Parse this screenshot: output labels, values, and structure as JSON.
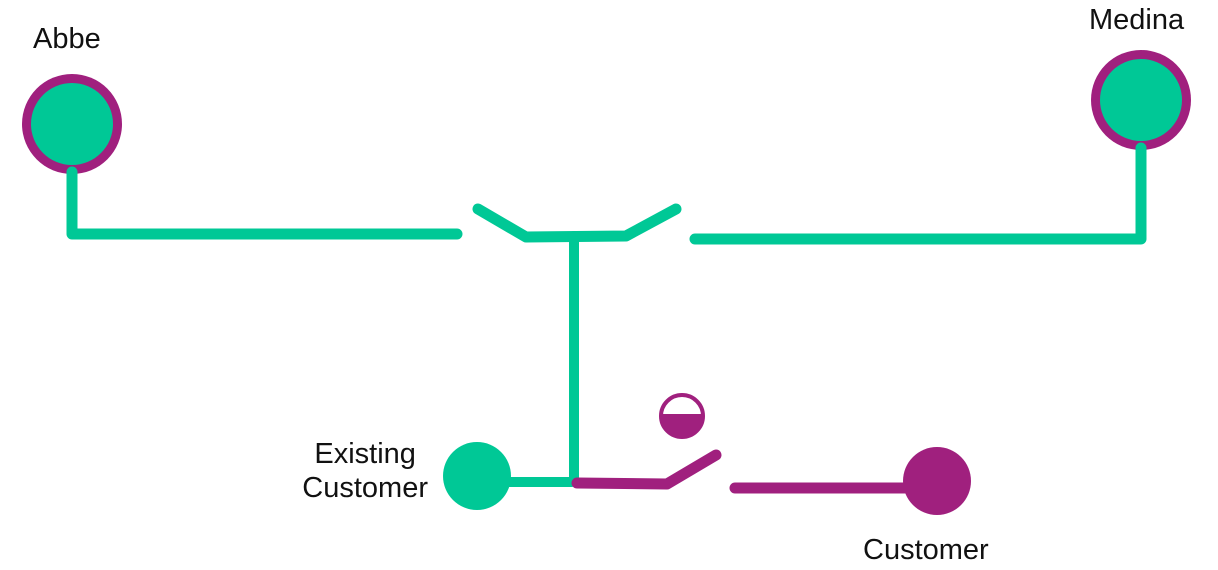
{
  "labels": {
    "abbe": "Abbe",
    "medina": "Medina",
    "existing_line1": "Existing",
    "existing_line2": "Customer",
    "customer": "Customer"
  },
  "colors": {
    "green": "#00C896",
    "magenta": "#A0207E",
    "text": "#111111",
    "background": "#FFFFFF"
  }
}
